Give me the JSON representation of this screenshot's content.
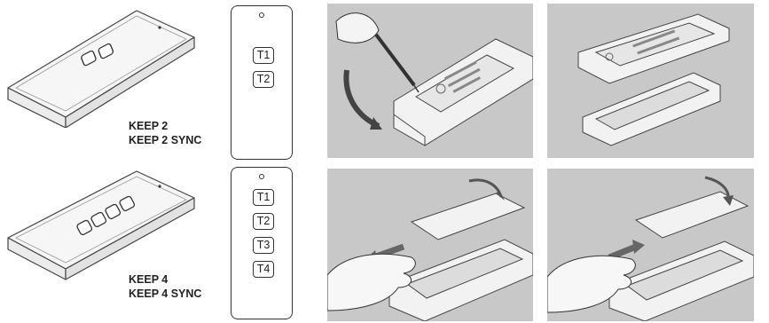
{
  "models": [
    {
      "label_line1": "KEEP 2",
      "label_line2": "KEEP 2 SYNC",
      "keys": [
        "T1",
        "T2"
      ]
    },
    {
      "label_line1": "KEEP 4",
      "label_line2": "KEEP 4 SYNC",
      "keys": [
        "T1",
        "T2",
        "T3",
        "T4"
      ]
    }
  ],
  "steps": [
    {
      "icon": "screwdriver-open-case"
    },
    {
      "icon": "case-opened"
    },
    {
      "icon": "slide-battery-cover-out"
    },
    {
      "icon": "slide-battery-cover-in"
    }
  ],
  "colors": {
    "photo_background": "#c8c8c8",
    "line": "#333333"
  }
}
